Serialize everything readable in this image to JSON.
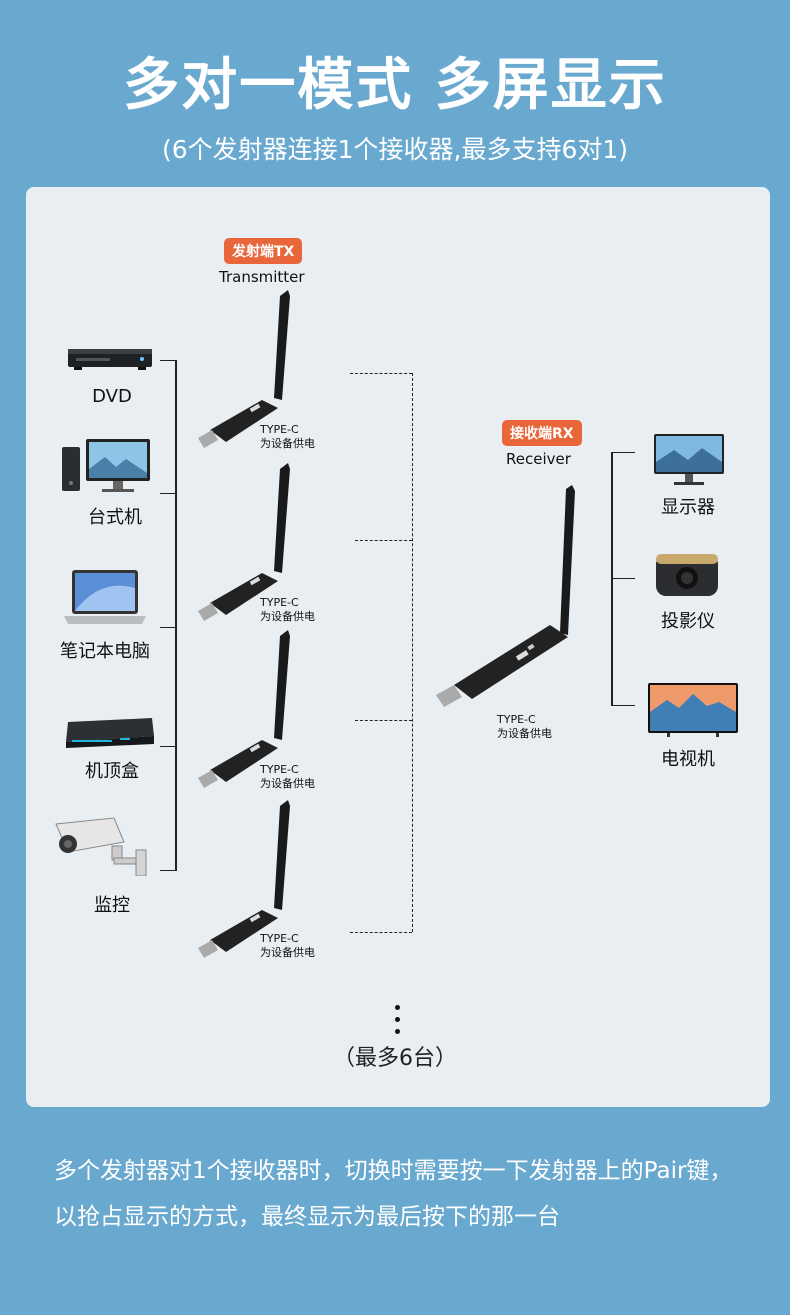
{
  "header": {
    "title": "多对一模式 多屏显示",
    "subtitle": "(6个发射器连接1个接收器,最多支持6对1)"
  },
  "transmitter": {
    "badge": "发射端TX",
    "name": "Transmitter",
    "port_line1": "TYPE-C",
    "port_line2": "为设备供电",
    "count_visible": 4
  },
  "receiver": {
    "badge": "接收端RX",
    "name": "Receiver",
    "port_line1": "TYPE-C",
    "port_line2": "为设备供电"
  },
  "sources": [
    {
      "label": "DVD",
      "icon": "dvd-player-icon"
    },
    {
      "label": "台式机",
      "icon": "desktop-computer-icon"
    },
    {
      "label": "笔记本电脑",
      "icon": "laptop-icon"
    },
    {
      "label": "机顶盒",
      "icon": "set-top-box-icon"
    },
    {
      "label": "监控",
      "icon": "security-camera-icon"
    }
  ],
  "outputs": [
    {
      "label": "显示器",
      "icon": "monitor-icon"
    },
    {
      "label": "投影仪",
      "icon": "projector-icon"
    },
    {
      "label": "电视机",
      "icon": "tv-icon"
    }
  ],
  "footer": {
    "max_note": "（最多6台）",
    "description": "多个发射器对1个接收器时，切换时需要按一下发射器上的Pair键，以抢占显示的方式，最终显示为最后按下的那一台"
  },
  "colors": {
    "background": "#6aa9cf",
    "panel": "#e8eef2",
    "badge": "#e8663a"
  }
}
